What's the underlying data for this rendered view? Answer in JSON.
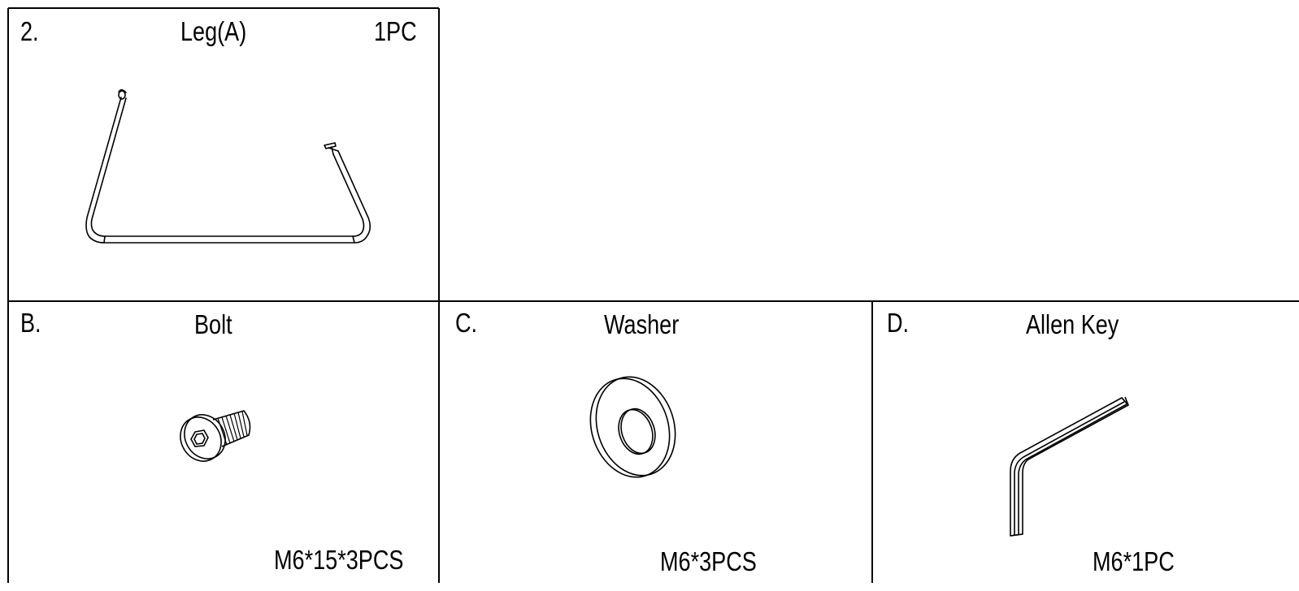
{
  "parts": [
    {
      "id": "leg-a",
      "index": "2.",
      "name": "Leg(A)",
      "quantity": "1PC",
      "icon": "u-shaped-leg-icon"
    },
    {
      "id": "bolt",
      "index": "B.",
      "name": "Bolt",
      "quantity": "M6*15*3PCS",
      "icon": "hex-socket-bolt-icon"
    },
    {
      "id": "washer",
      "index": "C.",
      "name": "Washer",
      "quantity": "M6*3PCS",
      "icon": "flat-washer-icon"
    },
    {
      "id": "allen-key",
      "index": "D.",
      "name": "Allen Key",
      "quantity": "M6*1PC",
      "icon": "allen-key-icon"
    }
  ],
  "colors": {
    "line": "#000000",
    "background": "#ffffff"
  }
}
